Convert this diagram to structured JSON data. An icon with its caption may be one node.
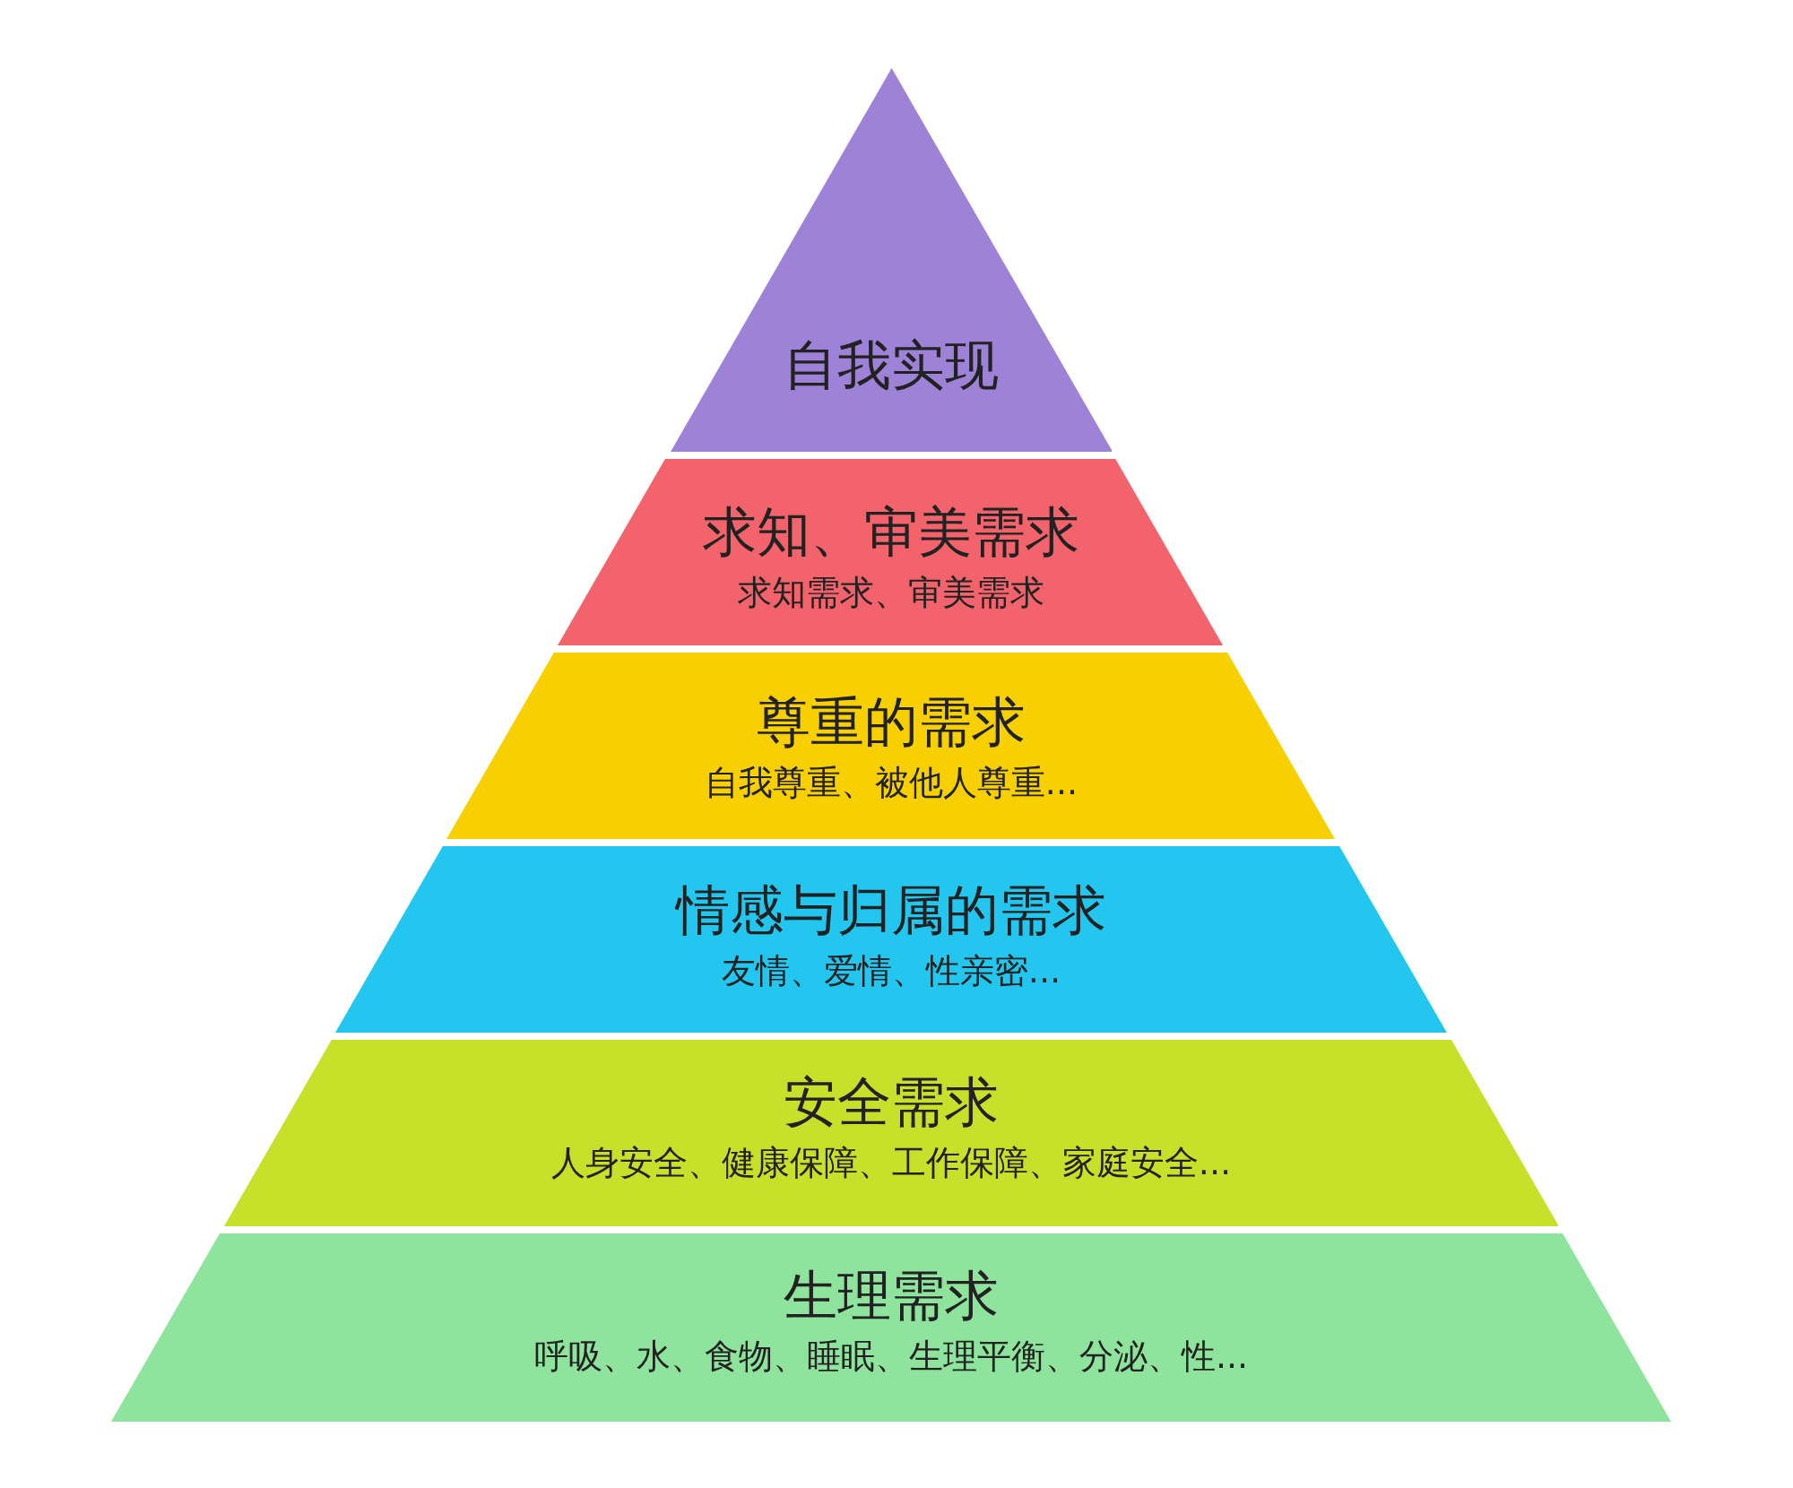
{
  "diagram": {
    "nodes": [
      {
        "text": [
          "自我实现"
        ]
      },
      {
        "text": [
          "求知、审美需求",
          "求知需求、审美需求"
        ]
      },
      {
        "text": [
          "尊重的需求",
          "自我尊重、被他人尊重..."
        ]
      },
      {
        "text": [
          "情感与归属的需求",
          "友情、爱情、性亲密..."
        ]
      },
      {
        "text": [
          "安全需求",
          "人身安全、健康保障、工作保障、家庭安全..."
        ]
      },
      {
        "text": [
          "生理需求",
          "呼吸、水、食物、睡眠、生理平衡、分泌、性..."
        ]
      }
    ]
  }
}
